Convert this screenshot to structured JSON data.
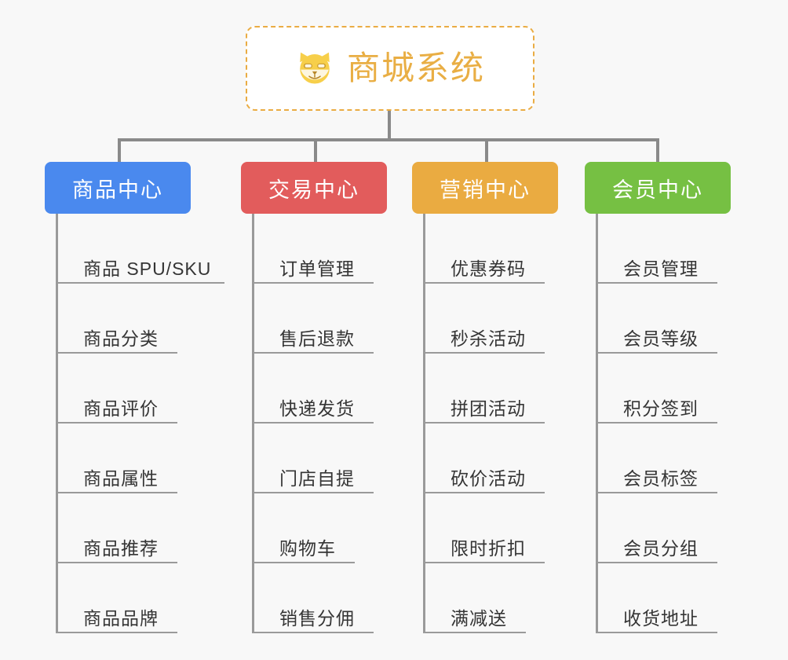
{
  "page": {
    "background_color": "#f8f8f8",
    "title": "商城系统"
  },
  "root": {
    "label": "商城系统",
    "icon": "shiba-dog-face-icon",
    "text_color": "#e9ae44",
    "border_color": "#eaac43",
    "border_style": "dashed",
    "background_color": "#ffffff"
  },
  "connector": {
    "color": "#8a8a8a"
  },
  "branches": [
    {
      "label": "商品中心",
      "color": "#4a89ee",
      "items": [
        {
          "label": "商品 SPU/SKU",
          "rule_width": 212
        },
        {
          "label": "商品分类",
          "rule_width": 152
        },
        {
          "label": "商品评价",
          "rule_width": 152
        },
        {
          "label": "商品属性",
          "rule_width": 152
        },
        {
          "label": "商品推荐",
          "rule_width": 152
        },
        {
          "label": "商品品牌",
          "rule_width": 152
        }
      ]
    },
    {
      "label": "交易中心",
      "color": "#e25c5c",
      "items": [
        {
          "label": "订单管理",
          "rule_width": 152
        },
        {
          "label": "售后退款",
          "rule_width": 152
        },
        {
          "label": "快递发货",
          "rule_width": 152
        },
        {
          "label": "门店自提",
          "rule_width": 152
        },
        {
          "label": "购物车",
          "rule_width": 128
        },
        {
          "label": "销售分佣",
          "rule_width": 152
        }
      ]
    },
    {
      "label": "营销中心",
      "color": "#eaab41",
      "items": [
        {
          "label": "优惠券码",
          "rule_width": 152
        },
        {
          "label": "秒杀活动",
          "rule_width": 152
        },
        {
          "label": "拼团活动",
          "rule_width": 152
        },
        {
          "label": "砍价活动",
          "rule_width": 152
        },
        {
          "label": "限时折扣",
          "rule_width": 152
        },
        {
          "label": "满减送",
          "rule_width": 128
        }
      ]
    },
    {
      "label": "会员中心",
      "color": "#76c043",
      "items": [
        {
          "label": "会员管理",
          "rule_width": 152
        },
        {
          "label": "会员等级",
          "rule_width": 152
        },
        {
          "label": "积分签到",
          "rule_width": 152
        },
        {
          "label": "会员标签",
          "rule_width": 152
        },
        {
          "label": "会员分组",
          "rule_width": 152
        },
        {
          "label": "收货地址",
          "rule_width": 152
        }
      ]
    }
  ]
}
